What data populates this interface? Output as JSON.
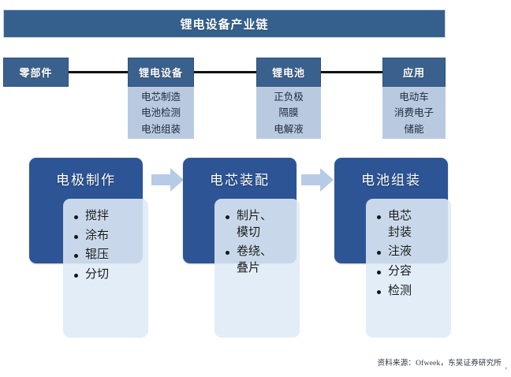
{
  "title": {
    "text": "锂电设备产业链"
  },
  "chain": {
    "nodes": [
      {
        "head": "零部件",
        "items": []
      },
      {
        "head": "锂电设备",
        "items": [
          "电芯制造",
          "电池检测",
          "电池组装"
        ]
      },
      {
        "head": "锂电池",
        "items": [
          "正负极",
          "隔膜",
          "电解液"
        ]
      },
      {
        "head": "应用",
        "items": [
          "电动车",
          "消费电子",
          "储能"
        ]
      }
    ]
  },
  "process": {
    "arrow_icon": "arrow-right-icon",
    "stages": [
      {
        "head": "电极制作",
        "items": [
          "搅拌",
          "涂布",
          "辊压",
          "分切"
        ]
      },
      {
        "head": "电芯装配",
        "items": [
          "制片、\n模切",
          "卷绕、\n叠片"
        ]
      },
      {
        "head": "电池组装",
        "items": [
          "电芯\n封装",
          "注液",
          "分容",
          "检测"
        ]
      }
    ]
  },
  "footer": {
    "source": "资料来源：Ofweek，东吴证券研究所",
    "trailing_mark": ","
  },
  "colors": {
    "banner_blue": "#35608e",
    "chain_head_blue": "#3a618e",
    "chain_body_blue": "#b9cae0",
    "process_dark_blue": "#2d5596",
    "process_light_blue": "#deeaf6",
    "arrow_blue": "#b7cbe6",
    "connector_black": "#111111"
  }
}
